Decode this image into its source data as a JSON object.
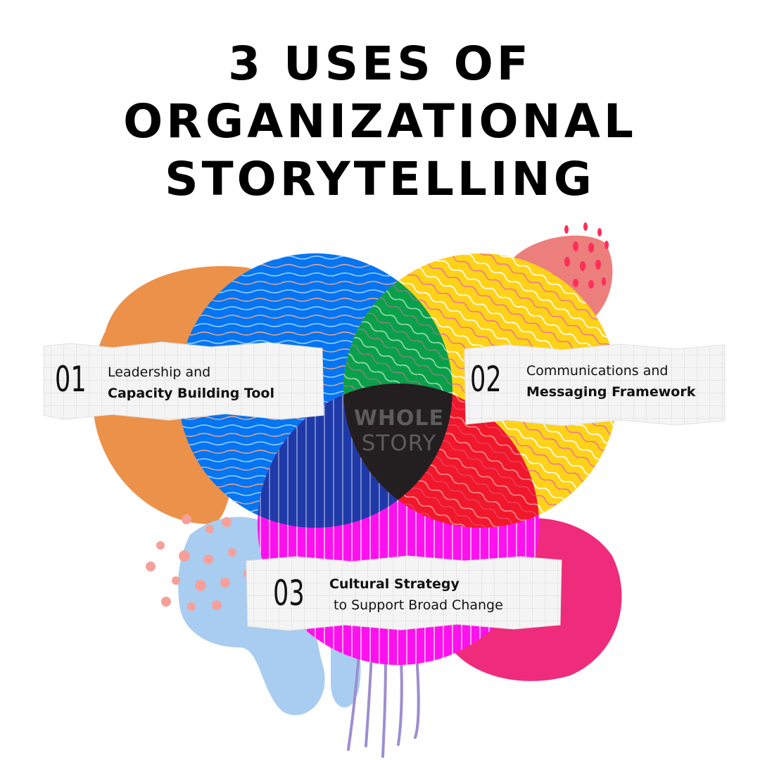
{
  "title": {
    "line1": "3 USES OF",
    "line2": "ORGANIZATIONAL",
    "line3": "STORYTELLING"
  },
  "center_logo": {
    "line1": "WHOLE",
    "line2": "STORY"
  },
  "uses": [
    {
      "number": "01",
      "light": "Leadership and",
      "bold": "Capacity Building Tool"
    },
    {
      "number": "02",
      "light": "Communications and",
      "bold": "Messaging Framework"
    },
    {
      "number": "03",
      "bold": "Cultural Strategy",
      "light": "to Support Broad Change"
    }
  ],
  "colors": {
    "blue_circle": "#0575f2",
    "yellow_circle": "#ffd21a",
    "magenta_circle": "#ff10ee",
    "orange_blob": "#ec914a",
    "pink_blob": "#ef2b7c",
    "salmon_blob": "#ec7e7c",
    "light_blue_blob": "#a9cdf0",
    "center": "#231f20"
  }
}
